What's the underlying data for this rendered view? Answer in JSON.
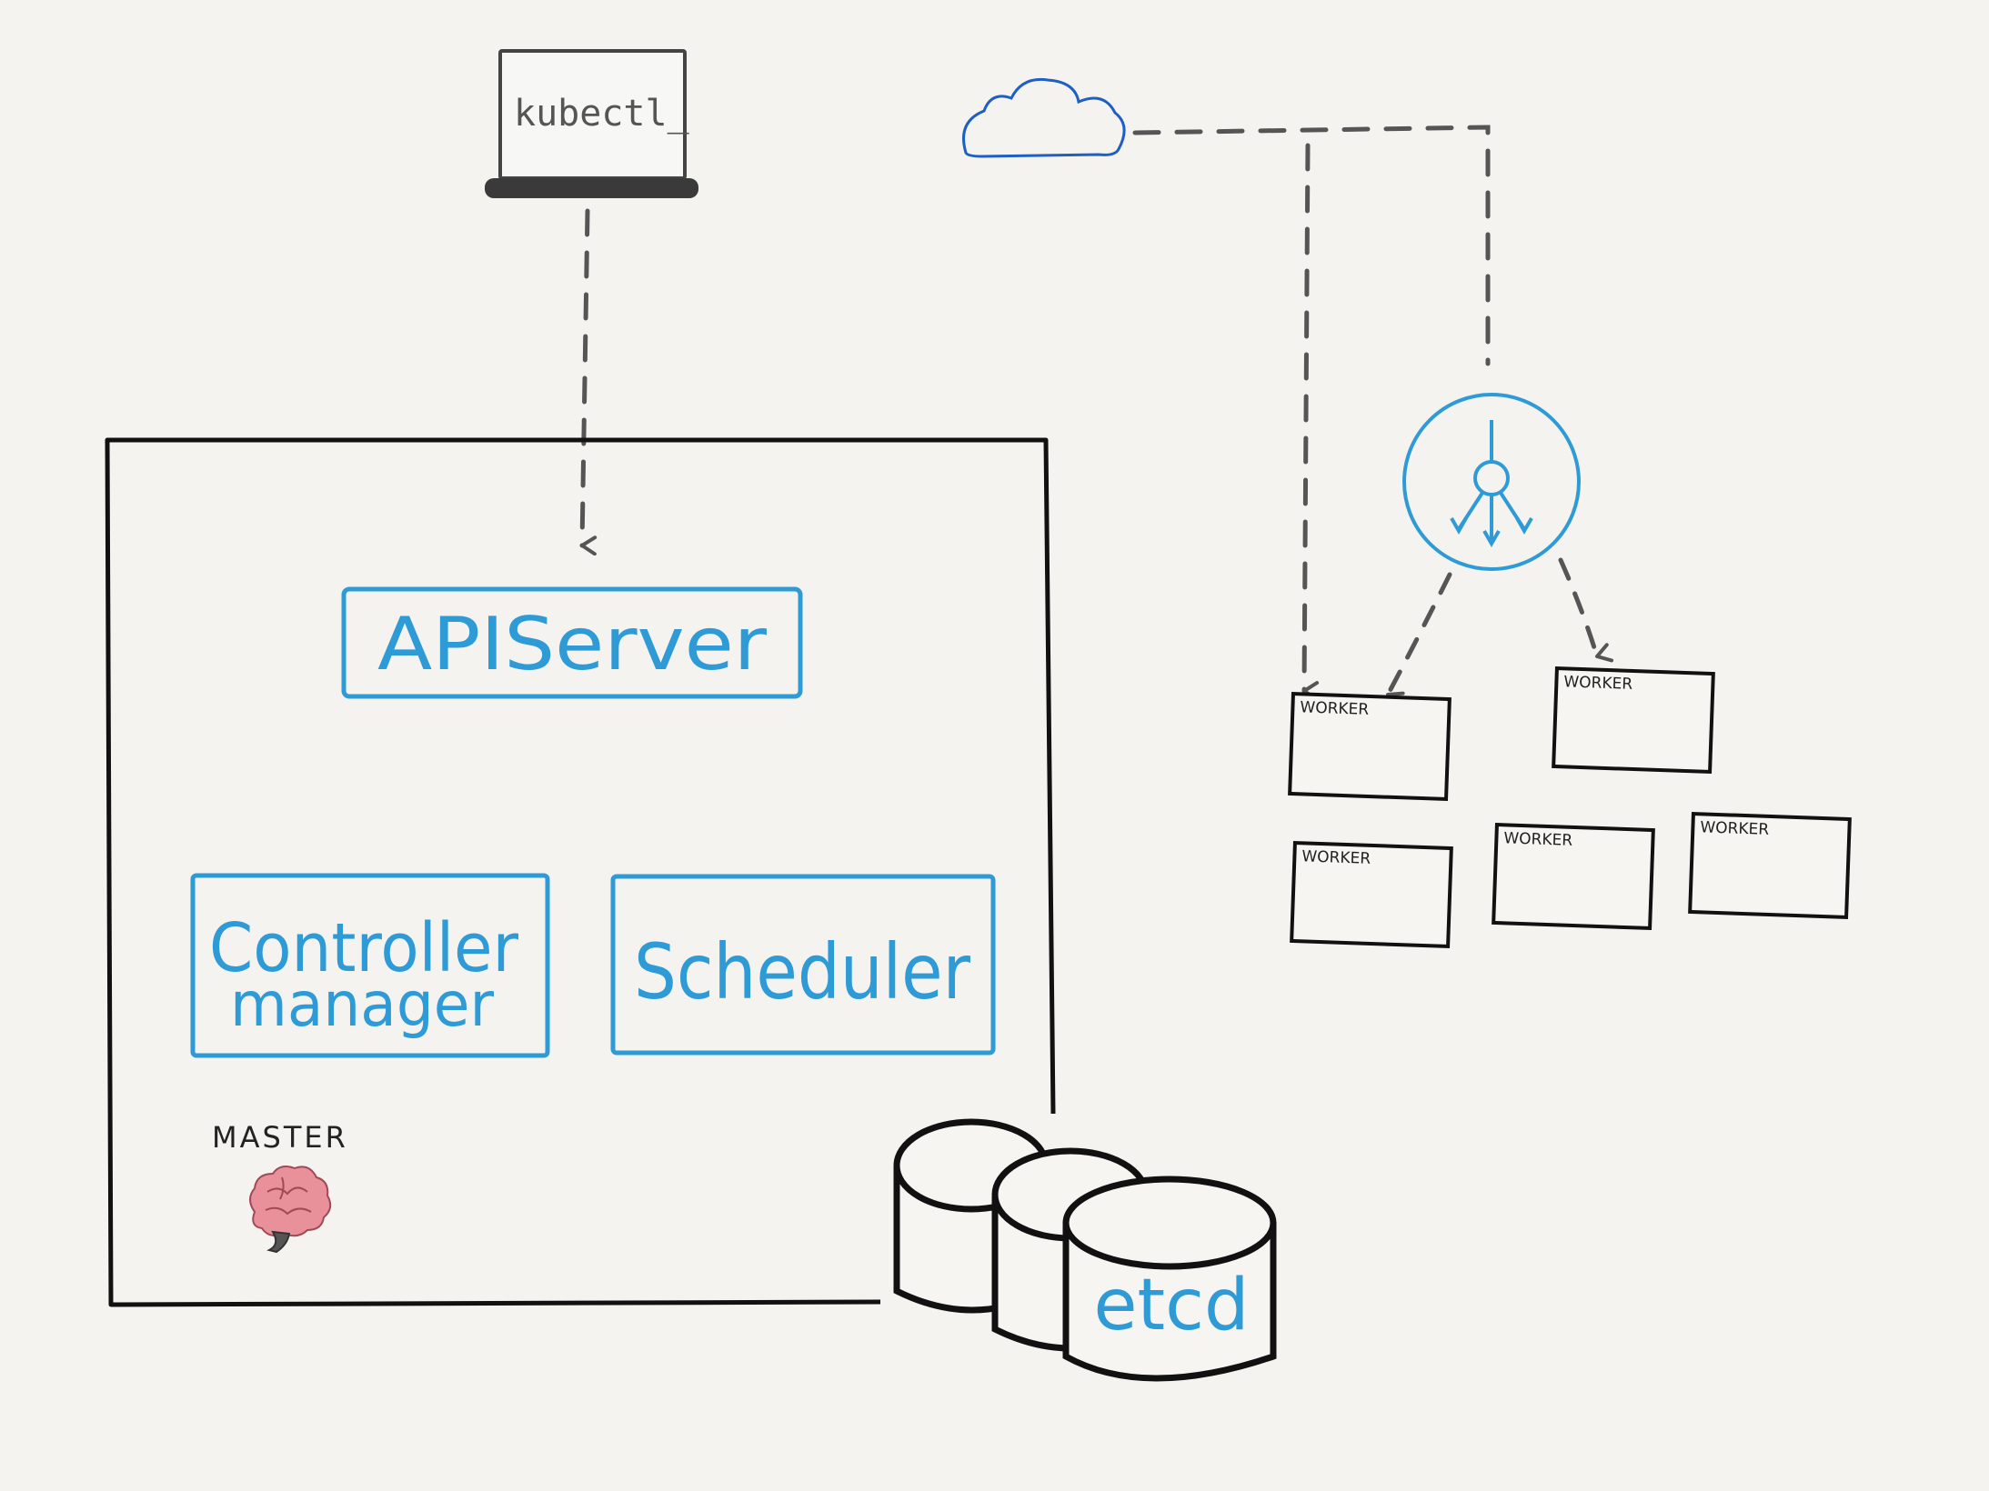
{
  "terminal": {
    "command": "kubectl_"
  },
  "master": {
    "label": "MASTER",
    "components": {
      "api_server": "APIServer",
      "controller_manager_line1": "Controller",
      "controller_manager_line2": "manager",
      "scheduler": "Scheduler"
    }
  },
  "etcd": {
    "label": "etcd"
  },
  "workers": [
    {
      "label": "WORKER"
    },
    {
      "label": "WORKER"
    },
    {
      "label": "WORKER"
    },
    {
      "label": "WORKER"
    },
    {
      "label": "WORKER"
    }
  ],
  "icons": {
    "cloud": "cloud-icon",
    "load_balancer": "load-balancer-icon",
    "brain": "brain-icon",
    "worker": "worker-person-icon"
  },
  "colors": {
    "background": "#f4f3f0",
    "accent_blue": "#2f9bd6",
    "cloud_blue": "#1f5fc4",
    "ink": "#111111",
    "dashed_gray": "#555555",
    "brain_pink": "#e8919b"
  }
}
